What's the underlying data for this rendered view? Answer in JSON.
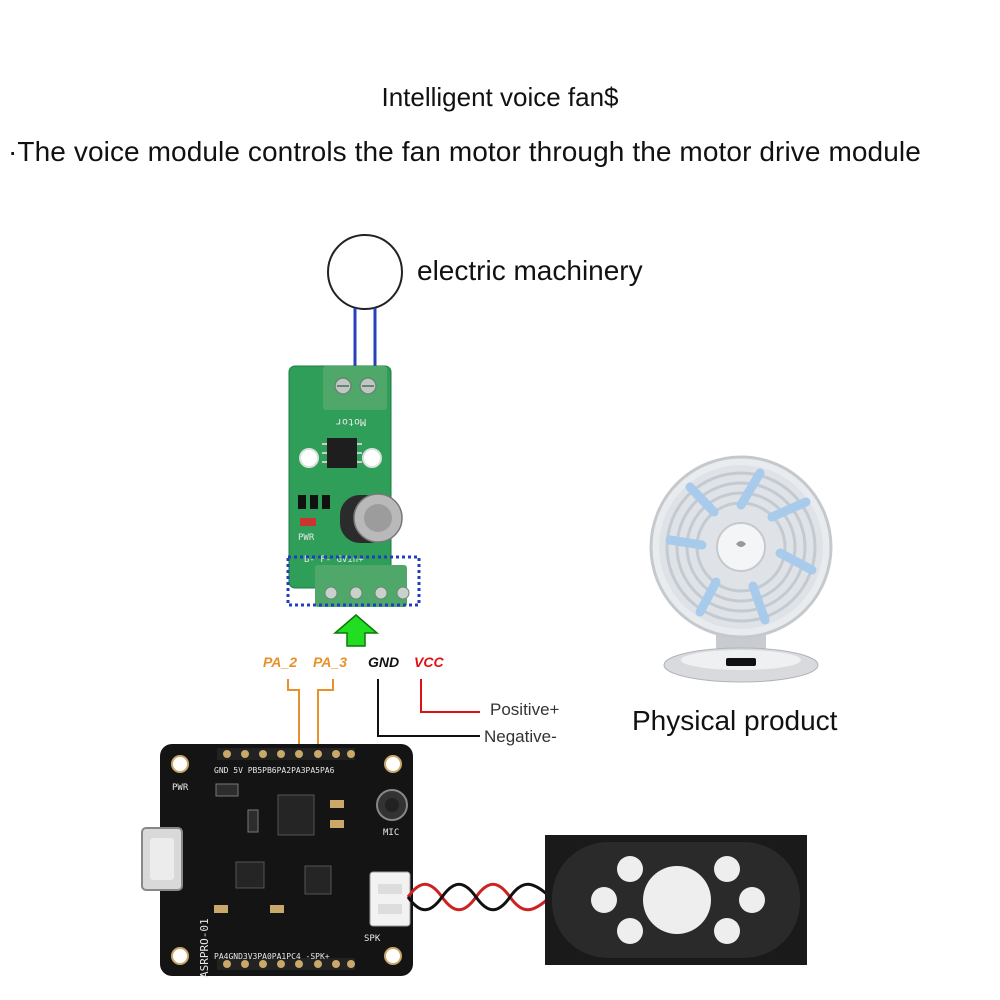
{
  "header": {
    "title": "Intelligent voice fan$",
    "subtitle": "·The voice module controls the fan motor through the motor drive module"
  },
  "motor": {
    "label": "electric machinery"
  },
  "product": {
    "label": "Physical product"
  },
  "pins": [
    {
      "label": "PA_2",
      "color": "#e8912a"
    },
    {
      "label": "PA_3",
      "color": "#e8912a"
    },
    {
      "label": "GND",
      "color": "#111111"
    },
    {
      "label": "VCC",
      "color": "#dd1111"
    }
  ],
  "power_wires": {
    "positive": "Positive+",
    "negative": "Negative-"
  },
  "driver_board": {
    "motor_marking": "Motor",
    "pwr_marking": "PWR",
    "terminal_marking": "B- F- GVin+"
  },
  "asr_board": {
    "name": "ASRPRO-01",
    "top_header": "GND 5V  PB5PB6PA2PA3PA5PA6",
    "bottom_header": "PA4GND3V3PA0PA1PC4 -SPK+",
    "pwr": "PWR",
    "mic": "MIC",
    "spk": "SPK"
  },
  "colors": {
    "pcb_green": "#2e9e58",
    "terminal_green": "#4fa86a",
    "asr_pcb": "#141414",
    "arrow_green": "#22dd22",
    "highlight_box": "#1f3fbf",
    "wire_orange": "#e8912a",
    "wire_red": "#dd1111",
    "motor_wire": "#2a3fc0"
  }
}
